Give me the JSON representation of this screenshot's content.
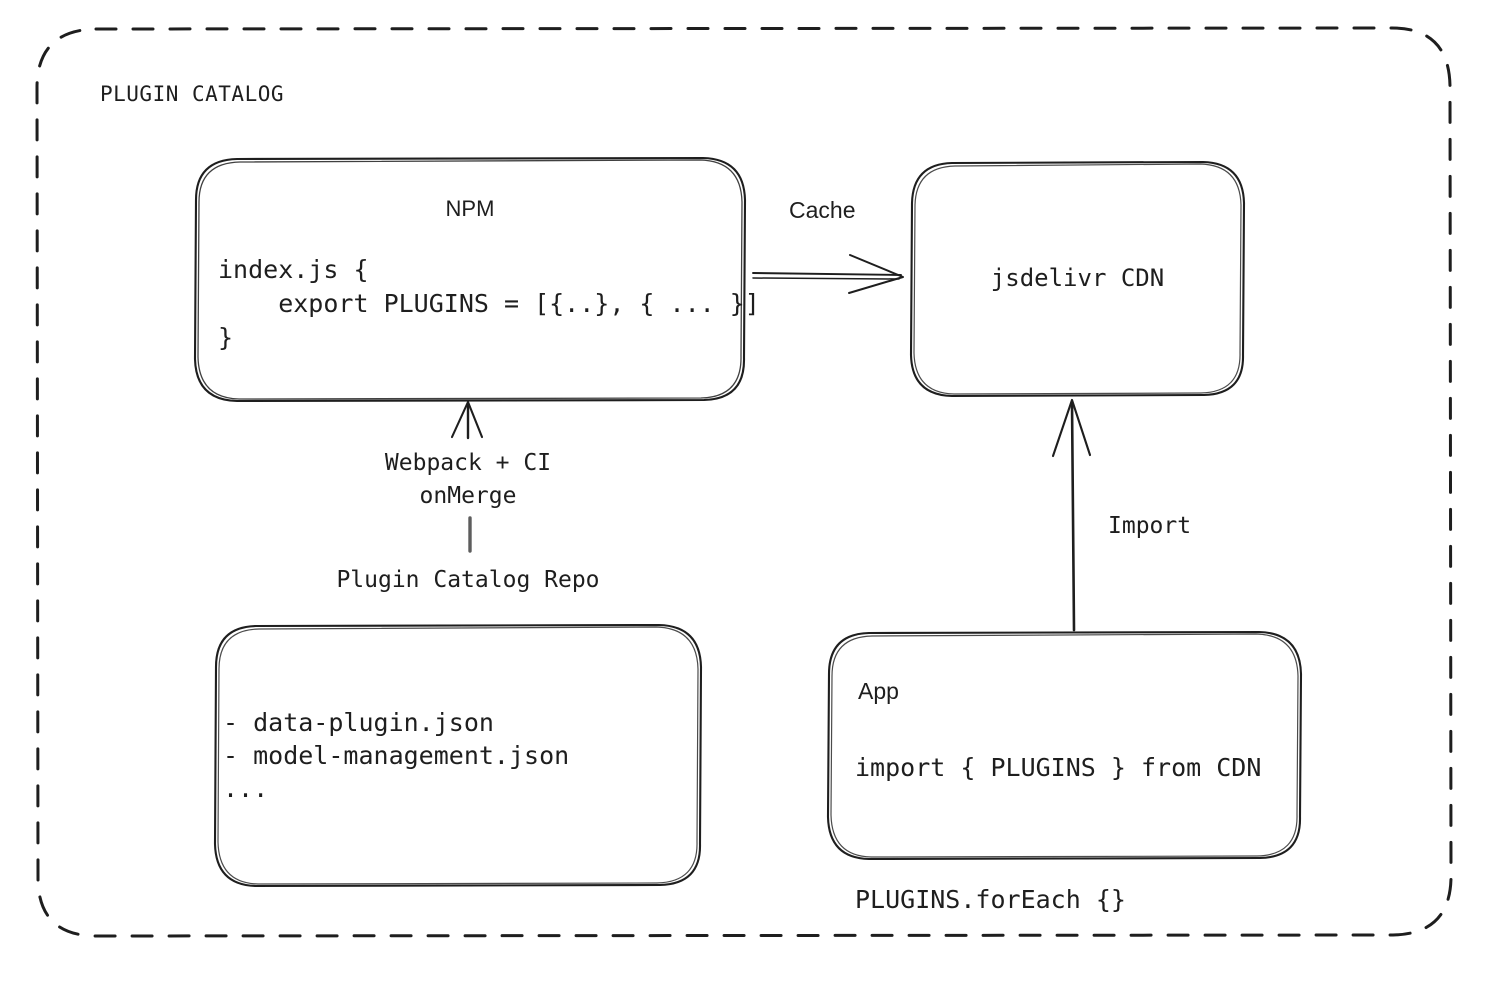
{
  "diagram": {
    "frame": {
      "title": "PLUGIN CATALOG",
      "border_style": "dashed",
      "stroke": "#1e1e1e"
    },
    "nodes": {
      "npm": {
        "title": "NPM",
        "code": "index.js {\n    export PLUGINS = [{..}, { ... }]\n}"
      },
      "cdn": {
        "title": "jsdelivr CDN"
      },
      "repo": {
        "caption": "Plugin Catalog Repo",
        "files": "- data-plugin.json\n- model-management.json\n..."
      },
      "app": {
        "title": "App",
        "code": "import { PLUGINS } from CDN\n\nPLUGINS.forEach {}"
      }
    },
    "edges": {
      "cache": {
        "label": "Cache",
        "from": "npm",
        "to": "cdn"
      },
      "build": {
        "label": "Webpack + CI\nonMerge",
        "from": "repo",
        "to": "npm"
      },
      "import": {
        "label": "Import",
        "from": "app",
        "to": "cdn"
      }
    },
    "colors": {
      "stroke": "#1e1e1e",
      "background": "#ffffff",
      "text": "#1e1e1e"
    }
  }
}
